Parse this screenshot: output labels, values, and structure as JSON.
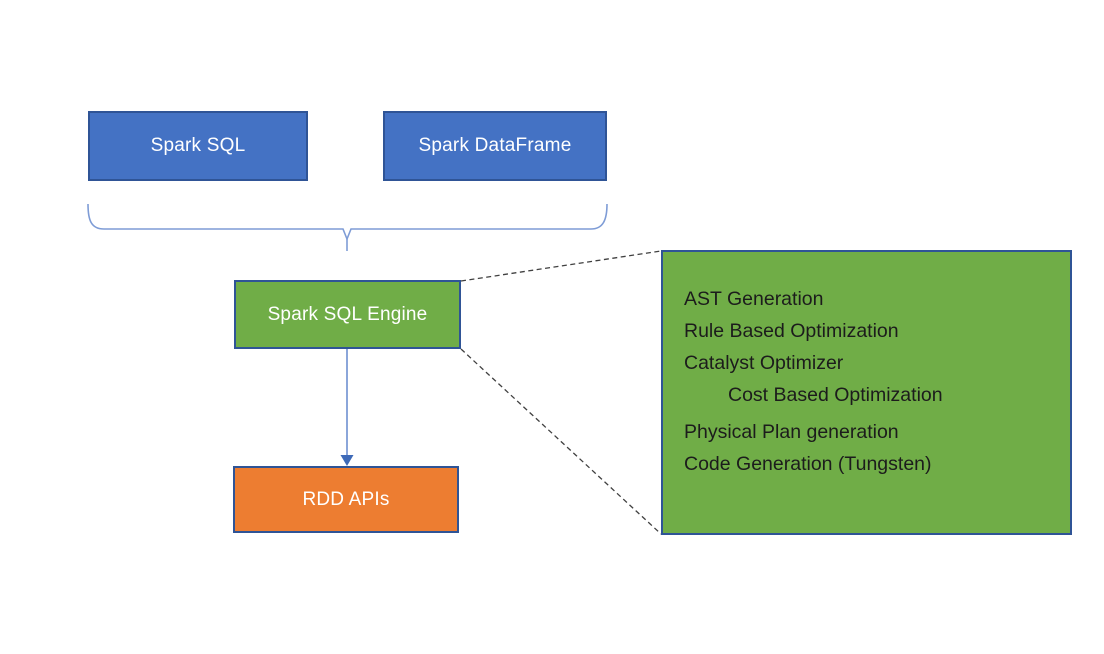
{
  "diagram": {
    "title": "Spark SQL architecture diagram",
    "colors": {
      "background": "#FFFFFF",
      "blue_fill": "#4472C4",
      "green_fill": "#70AD47",
      "orange_fill": "#ED7D31",
      "box_border": "#2F5496",
      "connector_blue": "#7E9CD6",
      "arrowhead_blue": "#3E6AB8",
      "dashed_line": "#404040",
      "detail_text": "#1C1C1C",
      "box_text": "#FFFFFF"
    },
    "boxes": {
      "spark_sql": {
        "label": "Spark SQL"
      },
      "spark_dataframe": {
        "label": "Spark DataFrame"
      },
      "spark_sql_engine": {
        "label": "Spark SQL Engine"
      },
      "rdd_apis": {
        "label": "RDD APIs"
      }
    },
    "connectors": {
      "brace": "curly brace grouping Spark SQL and Spark DataFrame into Spark SQL Engine",
      "arrow": "Spark SQL Engine to RDD APIs",
      "dashed": "Spark SQL Engine expanded into detail panel"
    },
    "detail_panel": {
      "items": [
        {
          "label": "AST Generation"
        },
        {
          "label": "Rule Based Optimization"
        },
        {
          "label": "Catalyst Optimizer"
        },
        {
          "label": "Cost Based Optimization"
        },
        {
          "label": "Physical Plan generation"
        },
        {
          "label": "Code Generation (Tungsten)"
        }
      ]
    }
  }
}
